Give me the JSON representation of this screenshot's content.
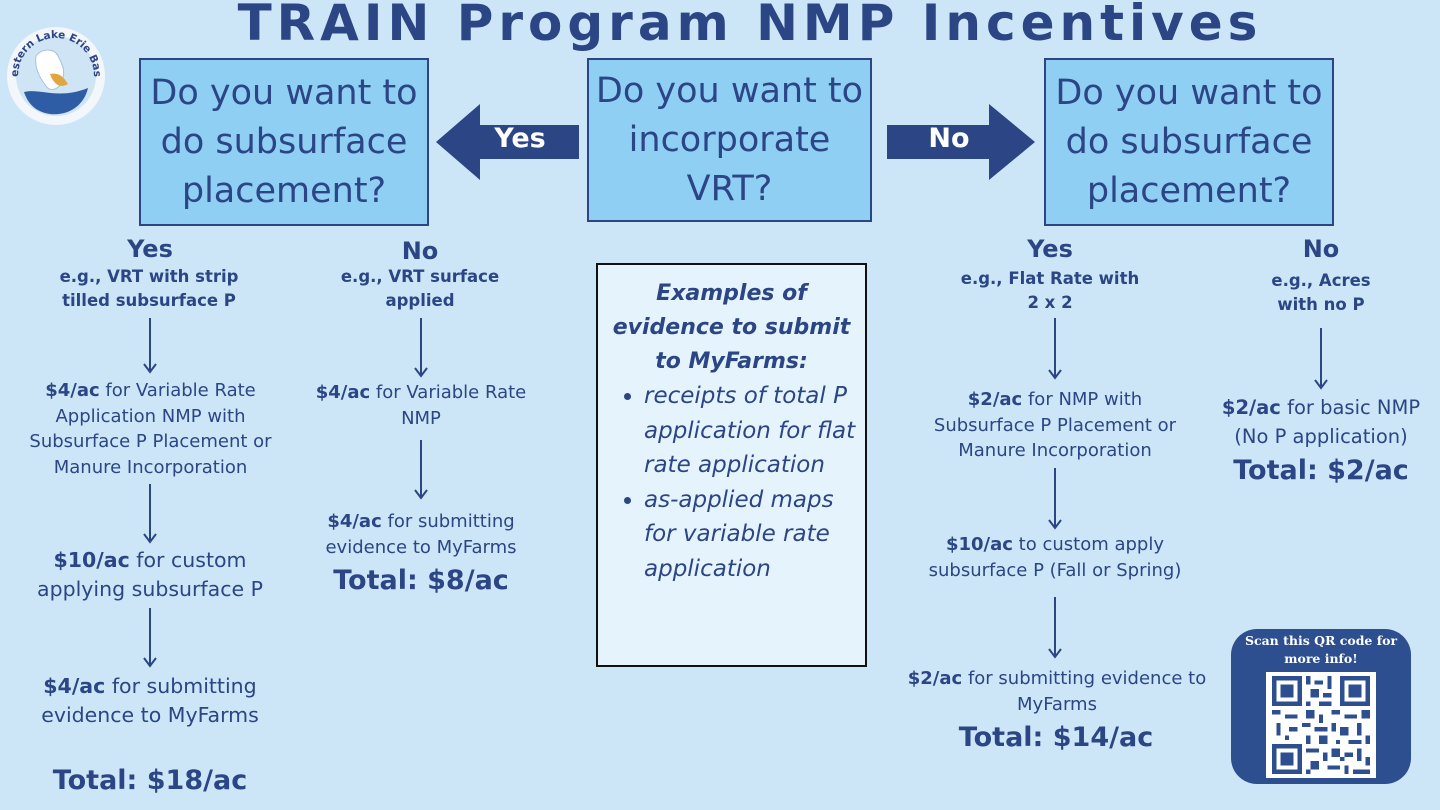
{
  "title": "TRAIN Program NMP Incentives",
  "logo": {
    "text": "Western Lake Erie Basin"
  },
  "center": {
    "question": "Do you want to incorporate VRT?",
    "yes_label": "Yes",
    "no_label": "No"
  },
  "left": {
    "question": "Do you want to do subsurface placement?",
    "yes": {
      "heading": "Yes",
      "example": "e.g., VRT with strip tilled subsurface P",
      "steps": [
        {
          "amount": "$4/ac",
          "text": "for Variable Rate Application NMP with Subsurface P Placement or Manure Incorporation"
        },
        {
          "amount": "$10/ac",
          "text": "for custom applying subsurface P"
        },
        {
          "amount": "$4/ac",
          "text": "for submitting evidence to MyFarms"
        }
      ],
      "total": "Total: $18/ac"
    },
    "no": {
      "heading": "No",
      "example": "e.g., VRT surface applied",
      "steps": [
        {
          "amount": "$4/ac",
          "text": "for Variable Rate NMP"
        },
        {
          "amount": "$4/ac",
          "text": "for submitting evidence to MyFarms"
        }
      ],
      "total": "Total: $8/ac"
    }
  },
  "right": {
    "question": "Do you want to do subsurface placement?",
    "yes": {
      "heading": "Yes",
      "example": "e.g., Flat Rate with 2 x 2",
      "steps": [
        {
          "amount": "$2/ac",
          "text": "for NMP with Subsurface P Placement or Manure Incorporation"
        },
        {
          "amount": "$10/ac",
          "text": "to custom apply subsurface P (Fall or Spring)"
        },
        {
          "amount": "$2/ac",
          "text": "for submitting evidence to MyFarms"
        }
      ],
      "total": "Total: $14/ac"
    },
    "no": {
      "heading": "No",
      "example": "e.g., Acres with no P",
      "steps": [
        {
          "amount": "$2/ac",
          "text": "for basic NMP (No P application)"
        }
      ],
      "total": "Total: $2/ac"
    }
  },
  "evidence": {
    "heading": "Examples of evidence to submit to MyFarms:",
    "items": [
      "receipts of total P application for flat rate application",
      "as-applied maps for variable rate application"
    ]
  },
  "qr": {
    "text": "Scan this QR code for more info!"
  },
  "colors": {
    "background": "#cce6f8",
    "box": "#8fcff4",
    "navy": "#2b4585",
    "qr_panel": "#2d4f8f"
  }
}
